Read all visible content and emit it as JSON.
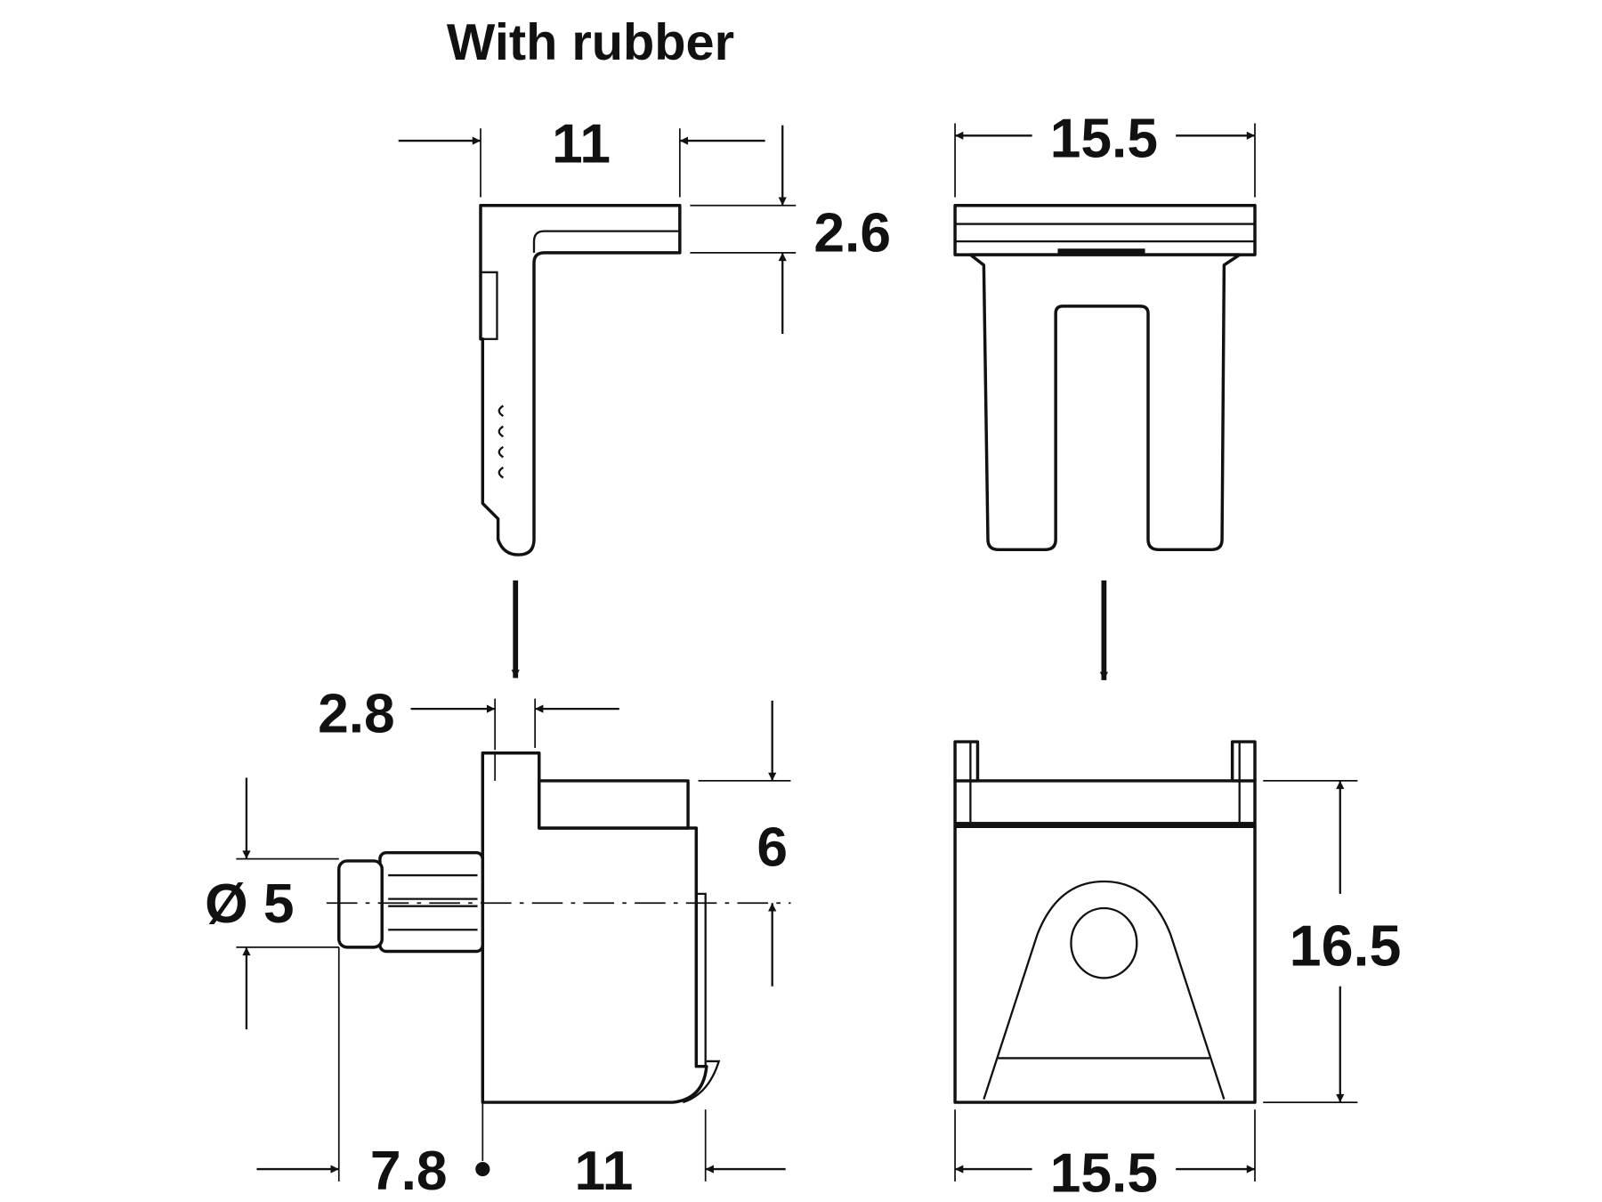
{
  "title": "With rubber",
  "dimensions": {
    "top_left_width": "11",
    "top_left_thickness": "2.6",
    "top_right_width": "15.5",
    "bottom_left_offset": "2.8",
    "bottom_left_height": "6",
    "bottom_left_diameter": "Ø 5",
    "bottom_left_pin": "7.8",
    "bottom_left_width": "11",
    "bottom_right_height": "16.5",
    "bottom_right_width": "15.5"
  },
  "colors": {
    "line": "#111111",
    "background": "#ffffff"
  }
}
